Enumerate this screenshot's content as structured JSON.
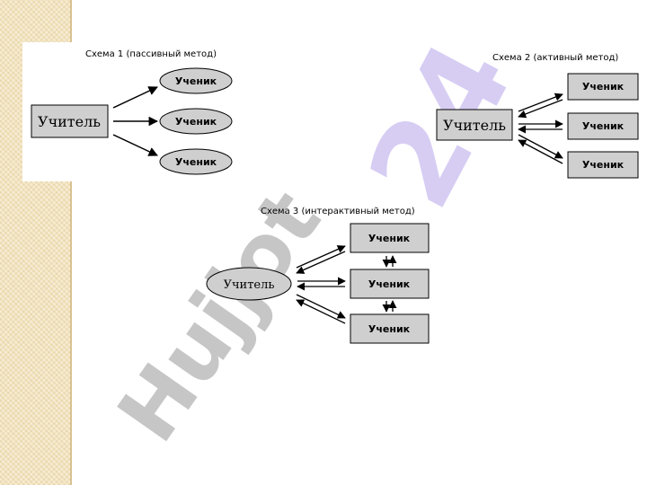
{
  "scheme1": {
    "title": "Схема 1 (пассивный метод)",
    "teacher": "Учитель",
    "students": [
      "Ученик",
      "Ученик",
      "Ученик"
    ]
  },
  "scheme2": {
    "title": "Схема 2 (активный метод)",
    "teacher": "Учитель",
    "students": [
      "Ученик",
      "Ученик",
      "Ученик"
    ]
  },
  "scheme3": {
    "title": "Схема 3 (интерактивный метод)",
    "teacher": "Учитель",
    "students": [
      "Ученик",
      "Ученик",
      "Ученик"
    ]
  },
  "watermark": {
    "text1": "24",
    "text2": "Hujjot",
    "color1": "#d7cdf3",
    "color2": "#c6c6c6"
  },
  "colors": {
    "node_fill": "#cfcfcf",
    "node_stroke": "#000000",
    "strip": "#f3e3bd"
  }
}
